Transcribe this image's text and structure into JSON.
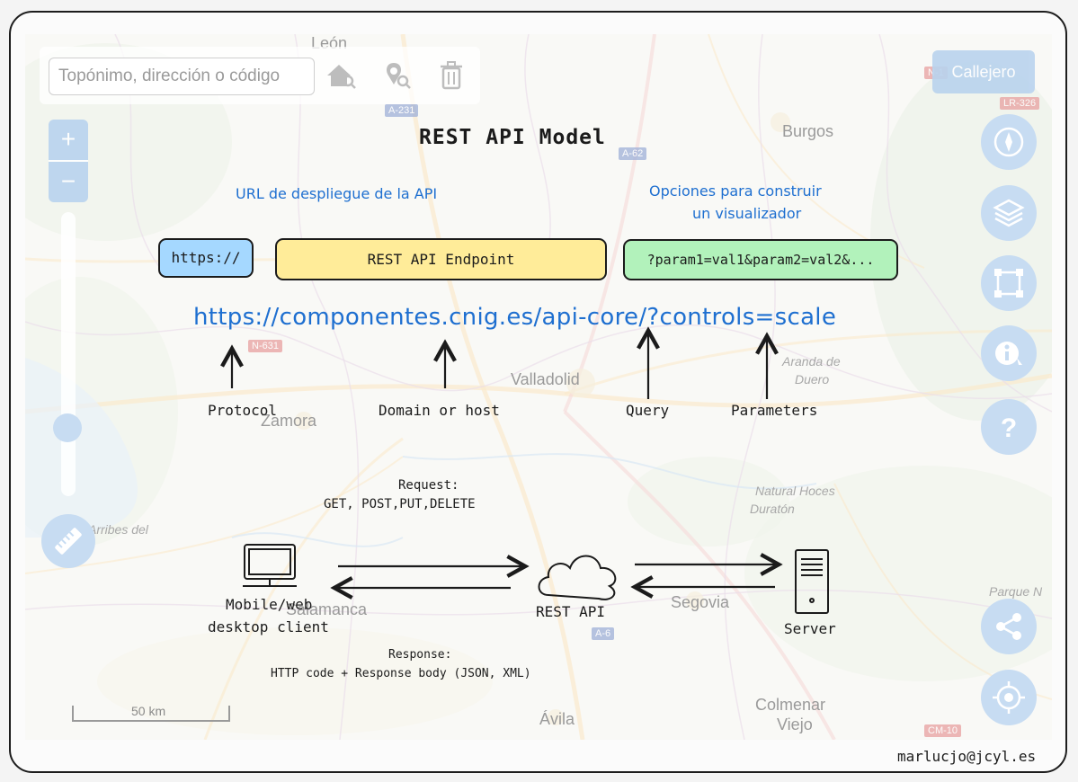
{
  "map": {
    "search_placeholder": "Topónimo, dirección o código",
    "callejero_label": "Callejero",
    "zoom_in_label": "+",
    "zoom_out_label": "−",
    "scale_label": "50 km",
    "place_labels": {
      "leon": "León",
      "burgos": "Burgos",
      "valladolid": "Valladolid",
      "zamora": "Zamora",
      "aranda": "Aranda de",
      "duero": "Duero",
      "hoces": "Natural Hoces",
      "hoces2": "Duratón",
      "arribes": "Arribes del",
      "segovia": "Segovia",
      "avila": "Ávila",
      "colmenar": "Colmenar",
      "viejo": "Viejo",
      "parque": "Parque N",
      "salamanca": "Salamanca"
    },
    "road_labels": {
      "a231": "A-231",
      "n1": "N-1",
      "a62": "A-62",
      "lr326": "LR-326",
      "n631": "N-631",
      "a6": "A-6",
      "cm10": "CM-10"
    }
  },
  "diagram": {
    "title": "REST API Model",
    "url_note": "URL de despliegue de la API",
    "options_note_line1": "Opciones para construir",
    "options_note_line2": "un visualizador",
    "protocol_box": "https://",
    "endpoint_box": "REST API Endpoint",
    "params_box": "?param1=val1&param2=val2&...",
    "url": "https://componentes.cnig.es/api-core/?controls=scale",
    "protocol_label": "Protocol",
    "domain_label": "Domain or host",
    "query_label": "Query",
    "parameters_label": "Parameters",
    "request_line1": "Request:",
    "request_line2": "GET, POST,PUT,DELETE",
    "client_line1": "Mobile/web",
    "client_line2": "desktop client",
    "rest_api_label": "REST API",
    "server_label": "Server",
    "response_line1": "Response:",
    "response_line2": "HTTP code + Response body (JSON, XML)"
  },
  "footer": {
    "email": "marlucjo@jcyl.es"
  },
  "colors": {
    "protocol_box": "#a5d8ff",
    "endpoint_box": "#ffec99",
    "params_box": "#b2f2bb",
    "note_blue": "#1e6fd0",
    "map_button": "#c7dcf2"
  }
}
